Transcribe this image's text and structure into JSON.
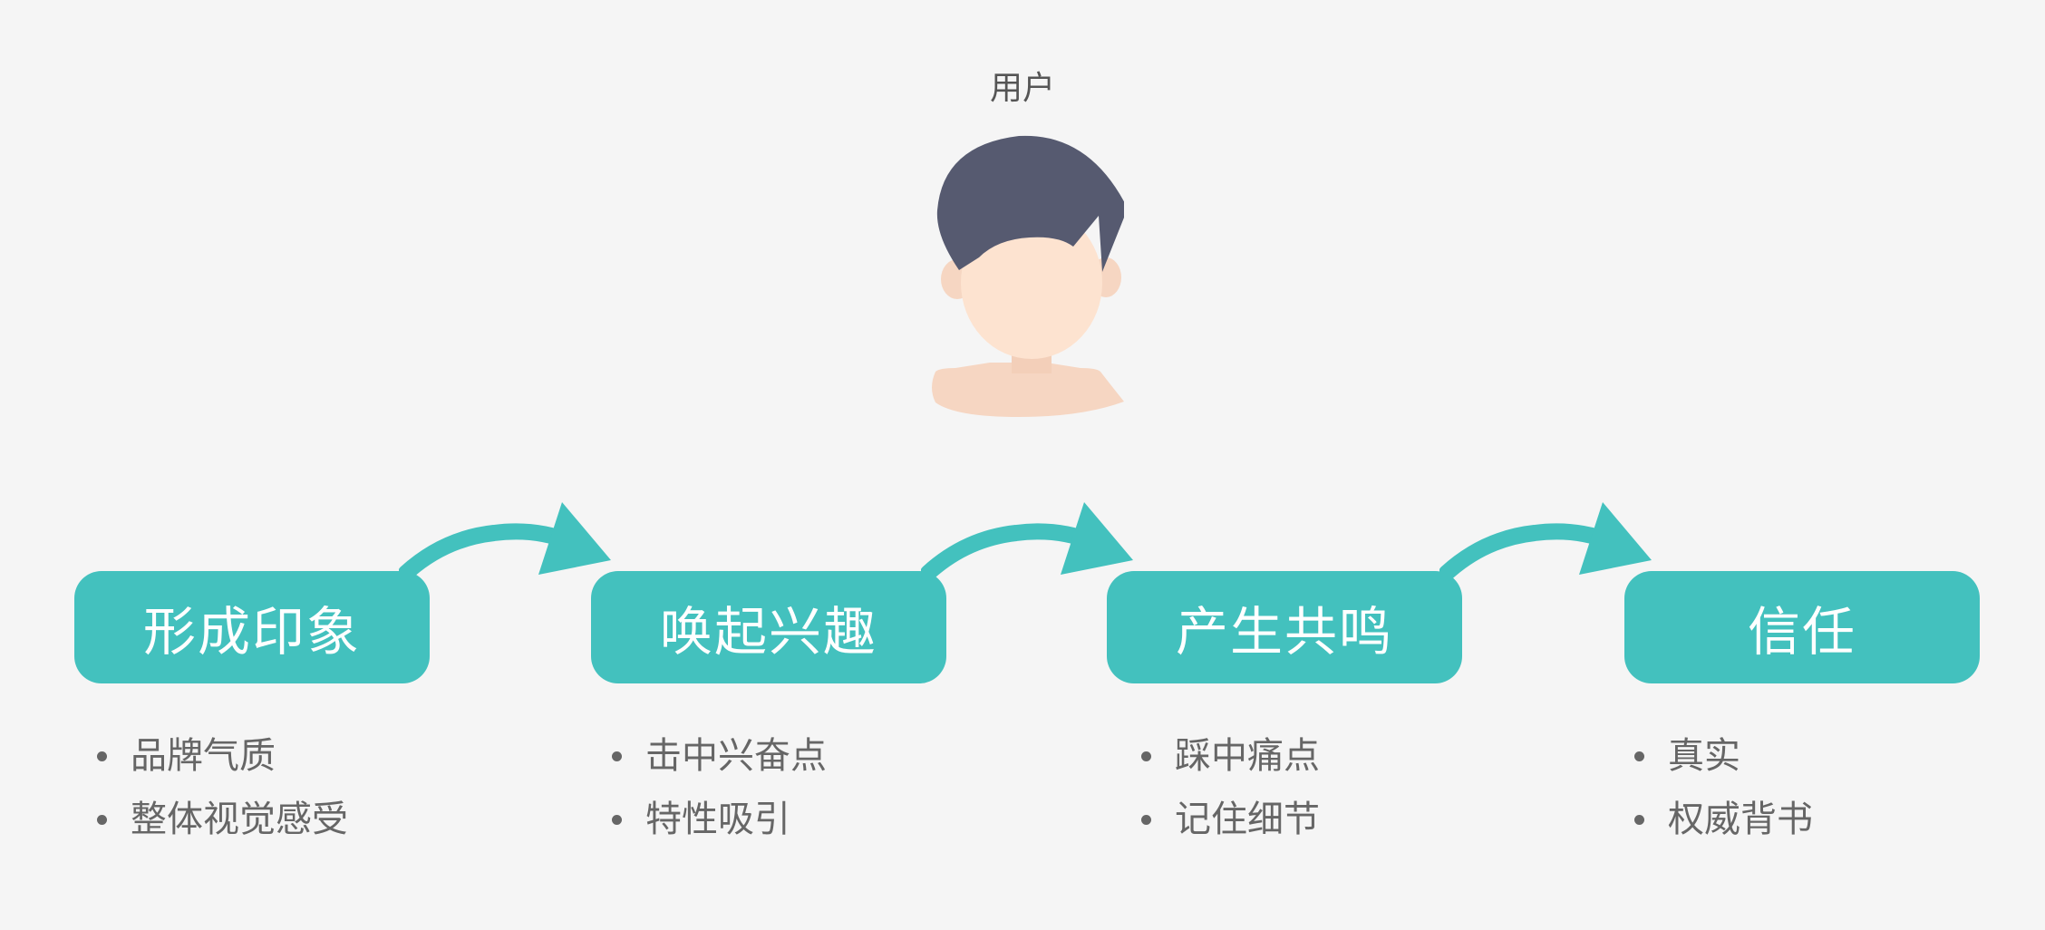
{
  "user_label": "用户",
  "colors": {
    "background": "#f5f5f5",
    "stage_fill": "#43c1be",
    "stage_text": "#ffffff",
    "bullet_text": "#666666",
    "hair": "#565a70",
    "skin": "#fde3d0",
    "body": "#f6d6c2"
  },
  "stages": [
    {
      "label": "形成印象",
      "points": [
        "品牌气质",
        "整体视觉感受"
      ]
    },
    {
      "label": "唤起兴趣",
      "points": [
        "击中兴奋点",
        "特性吸引"
      ]
    },
    {
      "label": "产生共鸣",
      "points": [
        "踩中痛点",
        "记住细节"
      ]
    },
    {
      "label": "信任",
      "points": [
        "真实",
        "权威背书"
      ]
    }
  ]
}
